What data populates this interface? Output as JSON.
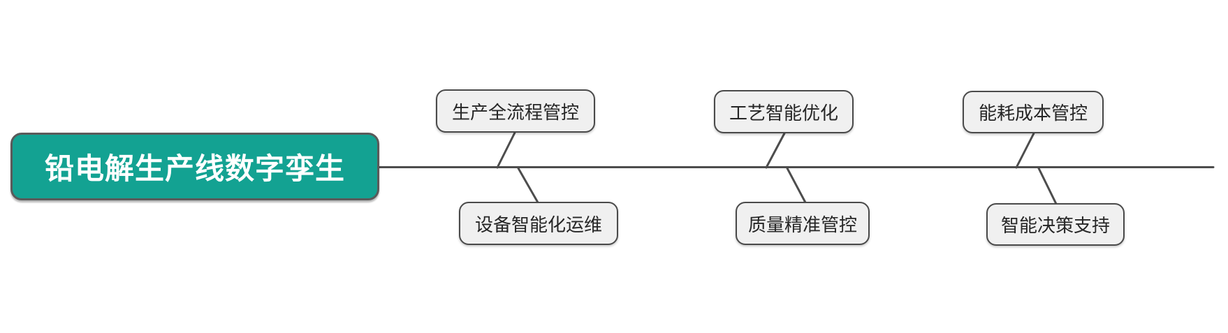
{
  "diagram": {
    "title": "铅电解生产线数字孪生 fishbone mind map",
    "root": {
      "label": "铅电解生产线数字孪生"
    },
    "top_branches": [
      {
        "label": "生产全流程管控"
      },
      {
        "label": "工艺智能优化"
      },
      {
        "label": "能耗成本管控"
      }
    ],
    "bottom_branches": [
      {
        "label": "设备智能化运维"
      },
      {
        "label": "质量精准管控"
      },
      {
        "label": "智能决策支持"
      }
    ],
    "colors": {
      "root_fill": "#13a292",
      "root_text": "#ffffff",
      "branch_fill": "#f0f0f0",
      "branch_border": "#4a4a4a",
      "spine_line": "#4d4d4d",
      "background": "#ffffff"
    }
  }
}
